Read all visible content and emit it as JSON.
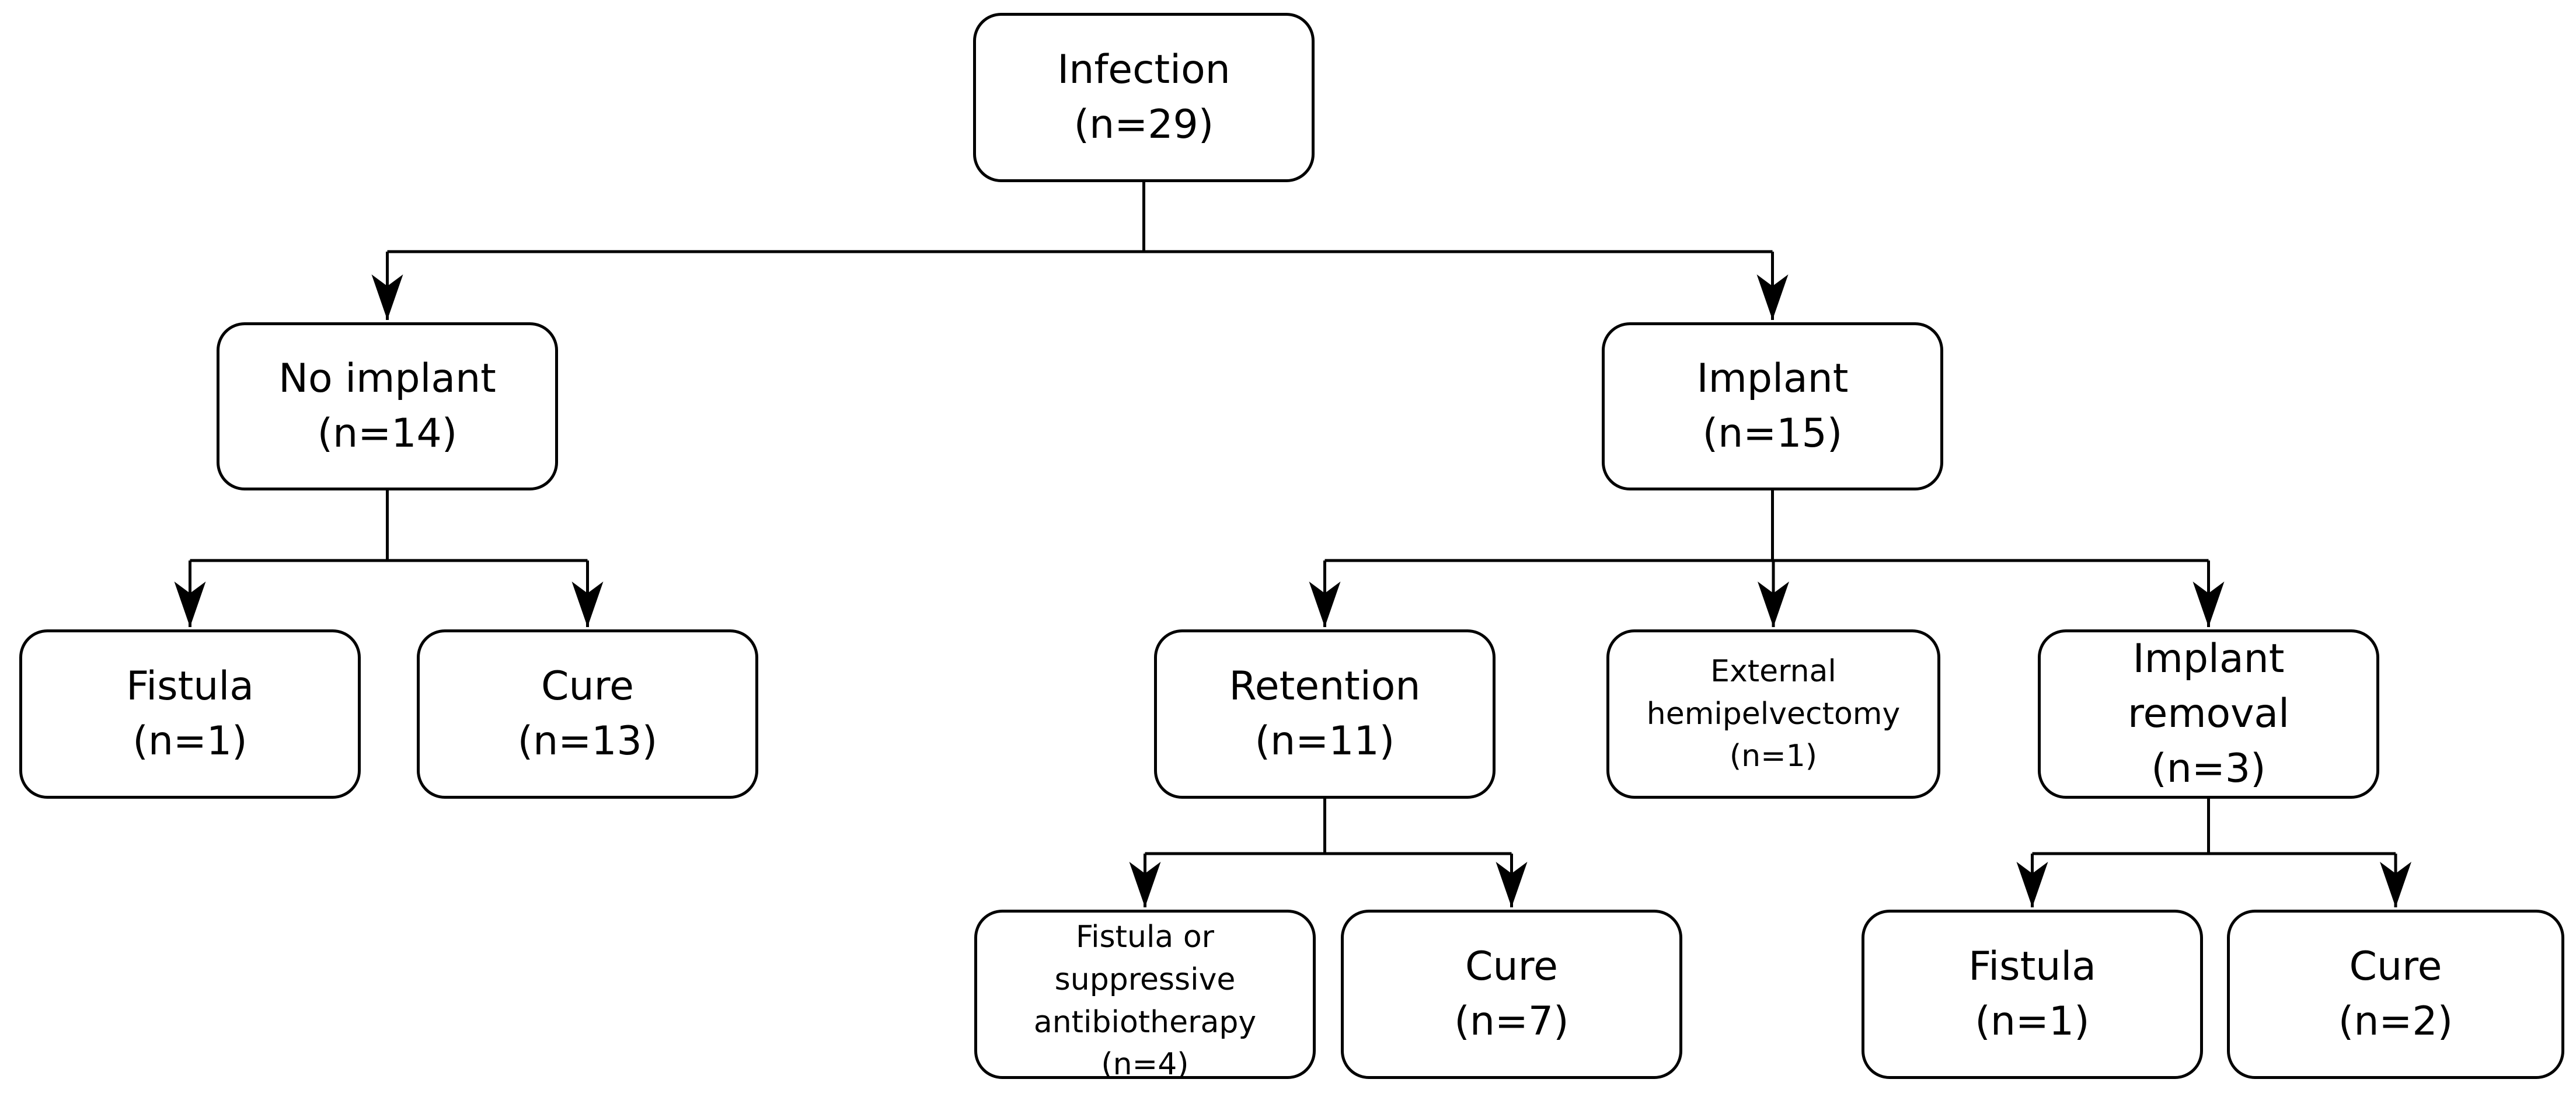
{
  "diagram": {
    "type": "flowchart",
    "colors": {
      "background": "#ffffff",
      "node_fill": "#ffffff",
      "node_stroke": "#000000",
      "text": "#000000",
      "connector": "#000000"
    },
    "nodes": {
      "infection": {
        "name": "Infection",
        "n": 29,
        "label": "Infection\n(n=29)"
      },
      "no_implant": {
        "name": "No implant",
        "n": 14,
        "label": "No implant\n(n=14)"
      },
      "implant": {
        "name": "Implant",
        "n": 15,
        "label": "Implant\n(n=15)"
      },
      "fistula_no_implant": {
        "name": "Fistula",
        "n": 1,
        "label": "Fistula\n(n=1)"
      },
      "cure_no_implant": {
        "name": "Cure",
        "n": 13,
        "label": "Cure\n(n=13)"
      },
      "retention": {
        "name": "Retention",
        "n": 11,
        "label": "Retention\n(n=11)"
      },
      "external_hemipelvectomy": {
        "name": "External hemipelvectomy",
        "n": 1,
        "label": "External\nhemipelvectomy\n(n=1)"
      },
      "implant_removal": {
        "name": "Implant removal",
        "n": 3,
        "label": "Implant\nremoval\n(n=3)"
      },
      "fistula_suppressive": {
        "name": "Fistula or suppressive antibiotherapy",
        "n": 4,
        "label": "Fistula or\nsuppressive\nantibiotherapy\n(n=4)"
      },
      "cure_retention": {
        "name": "Cure",
        "n": 7,
        "label": "Cure\n(n=7)"
      },
      "fistula_removal": {
        "name": "Fistula",
        "n": 1,
        "label": "Fistula\n(n=1)"
      },
      "cure_removal": {
        "name": "Cure",
        "n": 2,
        "label": "Cure\n(n=2)"
      }
    },
    "edges": [
      {
        "from": "infection",
        "to": "no_implant"
      },
      {
        "from": "infection",
        "to": "implant"
      },
      {
        "from": "no_implant",
        "to": "fistula_no_implant"
      },
      {
        "from": "no_implant",
        "to": "cure_no_implant"
      },
      {
        "from": "implant",
        "to": "retention"
      },
      {
        "from": "implant",
        "to": "external_hemipelvectomy"
      },
      {
        "from": "implant",
        "to": "implant_removal"
      },
      {
        "from": "retention",
        "to": "fistula_suppressive"
      },
      {
        "from": "retention",
        "to": "cure_retention"
      },
      {
        "from": "implant_removal",
        "to": "fistula_removal"
      },
      {
        "from": "implant_removal",
        "to": "cure_removal"
      }
    ]
  }
}
